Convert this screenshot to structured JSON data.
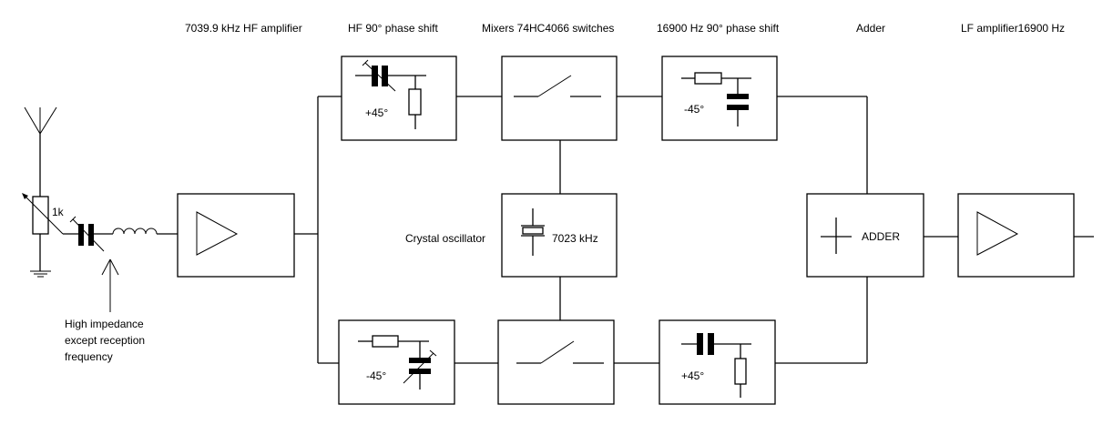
{
  "diagram": {
    "type": "block-diagram",
    "subject": "Direct conversion phasing receiver",
    "headings": {
      "hf_amplifier": "7039.9 kHz HF amplifier",
      "hf_phase_shift": "HF 90° phase shift",
      "mixers": "Mixers 74HC4066 switches",
      "lf_phase_shift": "16900 Hz 90° phase shift",
      "adder": "Adder",
      "lf_amplifier": "LF amplifier16900 Hz"
    },
    "front_end": {
      "potentiometer_value": "1k",
      "annotation_lines": [
        "High impedance",
        "except reception",
        "frequency"
      ]
    },
    "blocks": {
      "hf_phase_top_label": "+45°",
      "hf_phase_bottom_label": "-45°",
      "lf_phase_top_label": "-45°",
      "lf_phase_bottom_label": "+45°",
      "crystal_side_label": "Crystal oscillator",
      "crystal_frequency": "7023 kHz",
      "adder_label": "ADDER"
    },
    "nodes": [
      {
        "id": "antenna",
        "label": "Antenna"
      },
      {
        "id": "pot",
        "label": "1k"
      },
      {
        "id": "tuned-circuit",
        "label": "Series LC"
      },
      {
        "id": "hf-amp",
        "label": "7039.9 kHz HF amplifier"
      },
      {
        "id": "hf-phase-top",
        "label": "+45°"
      },
      {
        "id": "hf-phase-bottom",
        "label": "-45°"
      },
      {
        "id": "mixer-top",
        "label": "Mixer switch"
      },
      {
        "id": "mixer-bottom",
        "label": "Mixer switch"
      },
      {
        "id": "crystal-osc",
        "label": "7023 kHz"
      },
      {
        "id": "lf-phase-top",
        "label": "-45°"
      },
      {
        "id": "lf-phase-bottom",
        "label": "+45°"
      },
      {
        "id": "adder",
        "label": "ADDER"
      },
      {
        "id": "lf-amp",
        "label": "LF amplifier16900 Hz"
      }
    ],
    "edges": [
      [
        "antenna",
        "pot"
      ],
      [
        "pot",
        "tuned-circuit"
      ],
      [
        "tuned-circuit",
        "hf-amp"
      ],
      [
        "hf-amp",
        "hf-phase-top"
      ],
      [
        "hf-amp",
        "hf-phase-bottom"
      ],
      [
        "hf-phase-top",
        "mixer-top"
      ],
      [
        "hf-phase-bottom",
        "mixer-bottom"
      ],
      [
        "crystal-osc",
        "mixer-top"
      ],
      [
        "crystal-osc",
        "mixer-bottom"
      ],
      [
        "mixer-top",
        "lf-phase-top"
      ],
      [
        "mixer-bottom",
        "lf-phase-bottom"
      ],
      [
        "lf-phase-top",
        "adder"
      ],
      [
        "lf-phase-bottom",
        "adder"
      ],
      [
        "adder",
        "lf-amp"
      ]
    ]
  }
}
